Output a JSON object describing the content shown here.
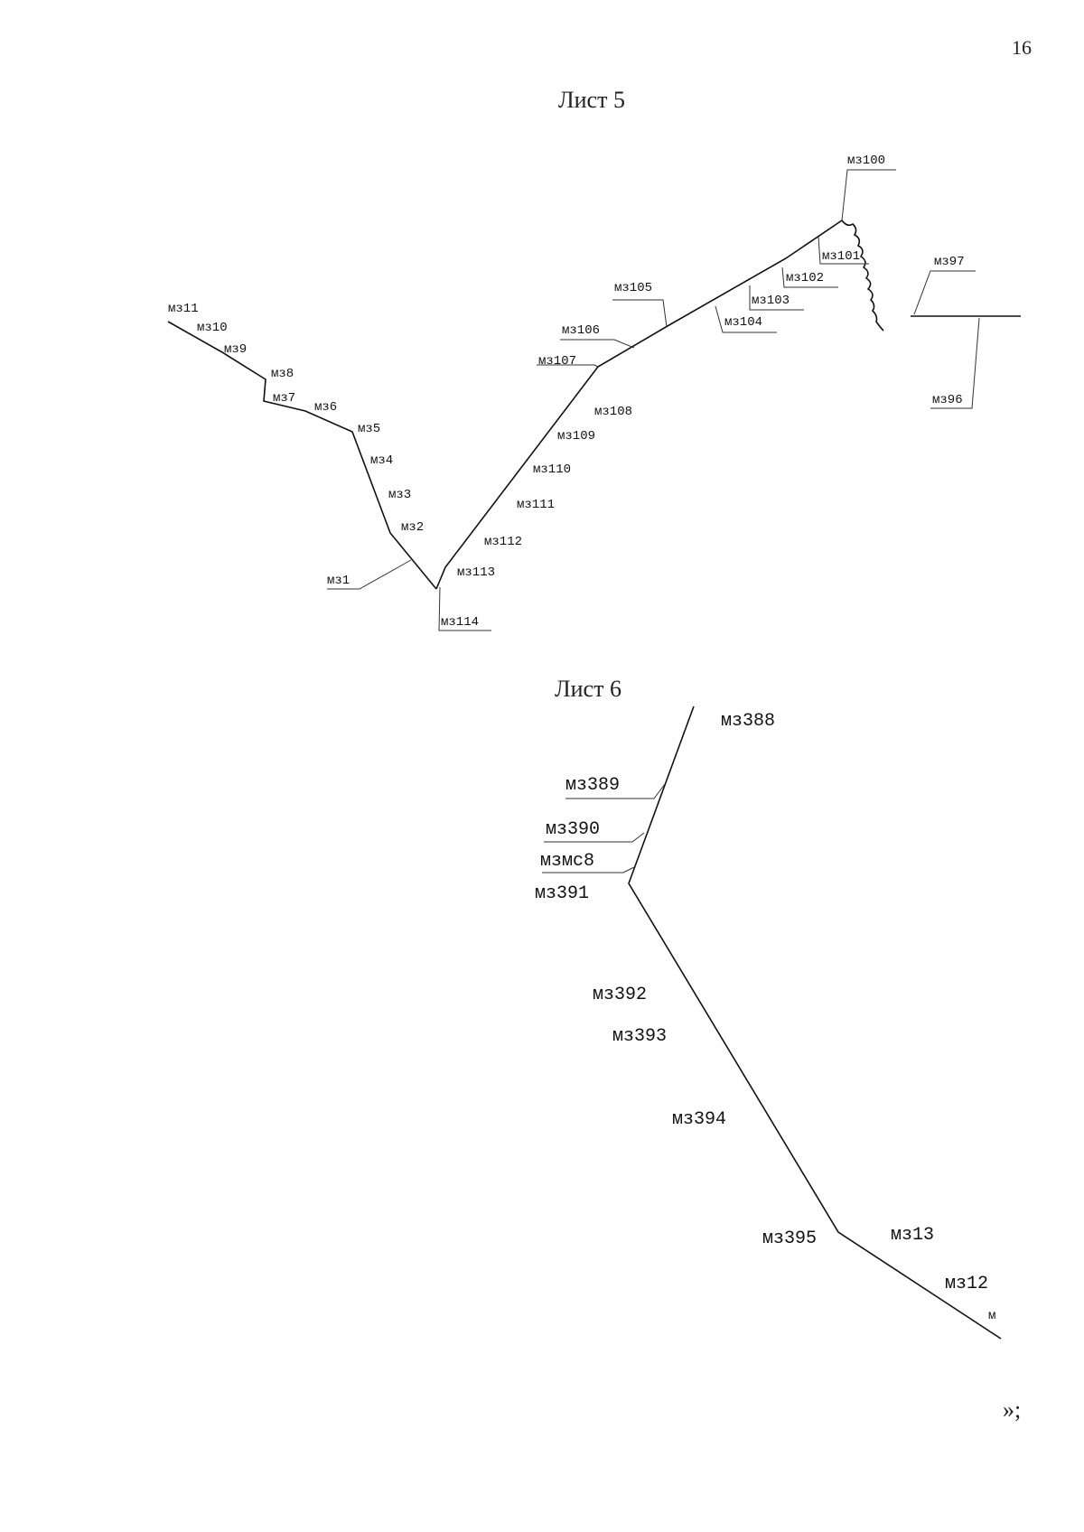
{
  "page_number": "16",
  "sheet5": {
    "title": "Лист 5",
    "labels": {
      "mz11": "мз11",
      "mz10": "мз10",
      "mz9": "мз9",
      "mz8": "мз8",
      "mz7": "мз7",
      "mz6": "мз6",
      "mz5": "мз5",
      "mz4": "мз4",
      "mz3": "мз3",
      "mz2": "мз2",
      "mz1": "мз1",
      "mz114": "мз114",
      "mz113": "мз113",
      "mz112": "мз112",
      "mz111": "мз111",
      "mz110": "мз110",
      "mz109": "мз109",
      "mz108": "мз108",
      "mz107": "мз107",
      "mz106": "мз106",
      "mz105": "мз105",
      "mz104": "мз104",
      "mz103": "мз103",
      "mz102": "мз102",
      "mz101": "мз101",
      "mz100": "мз100",
      "mz97": "мз97",
      "mz96": "мз96"
    }
  },
  "sheet6": {
    "title": "Лист 6",
    "labels": {
      "mz388": "мз388",
      "mz389": "мз389",
      "mz390": "мз390",
      "mzmc8": "мзмс8",
      "mz391": "мз391",
      "mz392": "мз392",
      "mz393": "мз393",
      "mz394": "мз394",
      "mz395": "мз395",
      "mz13": "мз13",
      "mz12": "мз12",
      "m": "м"
    }
  },
  "closing_mark": "»;"
}
